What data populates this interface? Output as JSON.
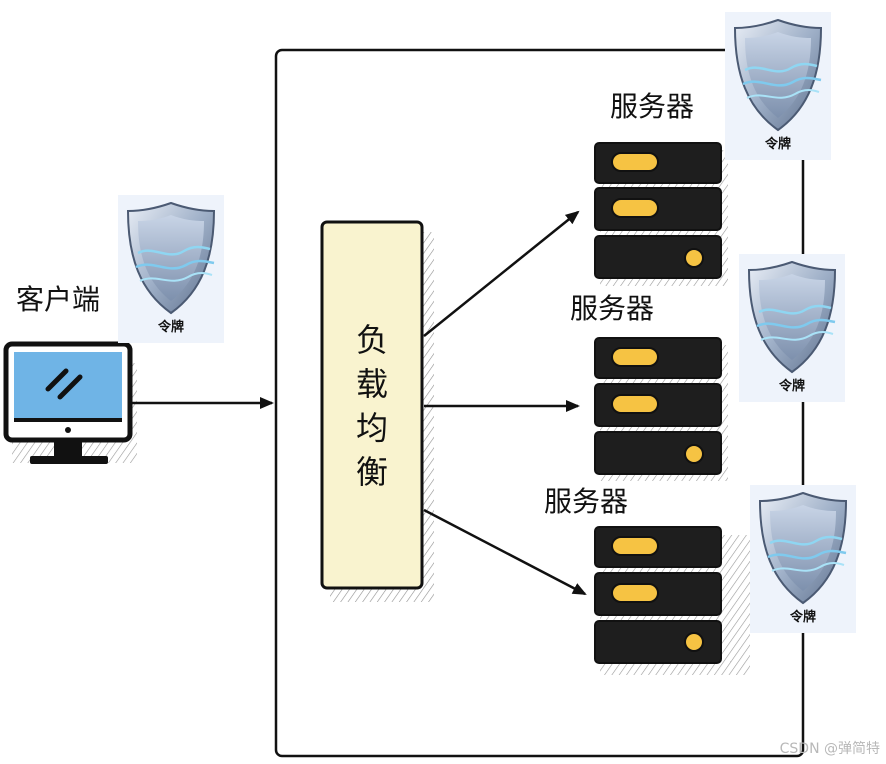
{
  "client": {
    "label": "客户端"
  },
  "load_balancer": {
    "label": [
      "负",
      "载",
      "均",
      "衡"
    ]
  },
  "servers": [
    {
      "label": "服务器"
    },
    {
      "label": "服务器"
    },
    {
      "label": "服务器"
    }
  ],
  "tokens": [
    {
      "label": "令牌",
      "icon": "shield-icon"
    },
    {
      "label": "令牌",
      "icon": "shield-icon"
    },
    {
      "label": "令牌",
      "icon": "shield-icon"
    },
    {
      "label": "令牌",
      "icon": "shield-icon"
    }
  ],
  "watermark": "CSDN @弹简特",
  "colors": {
    "load_balancer_fill": "#f9f3cf",
    "server_body": "#1e1e1e",
    "server_accent": "#f6c343",
    "monitor_screen": "#6fb4e6",
    "stroke": "#111111",
    "badge_bg": "#eef3fb"
  }
}
